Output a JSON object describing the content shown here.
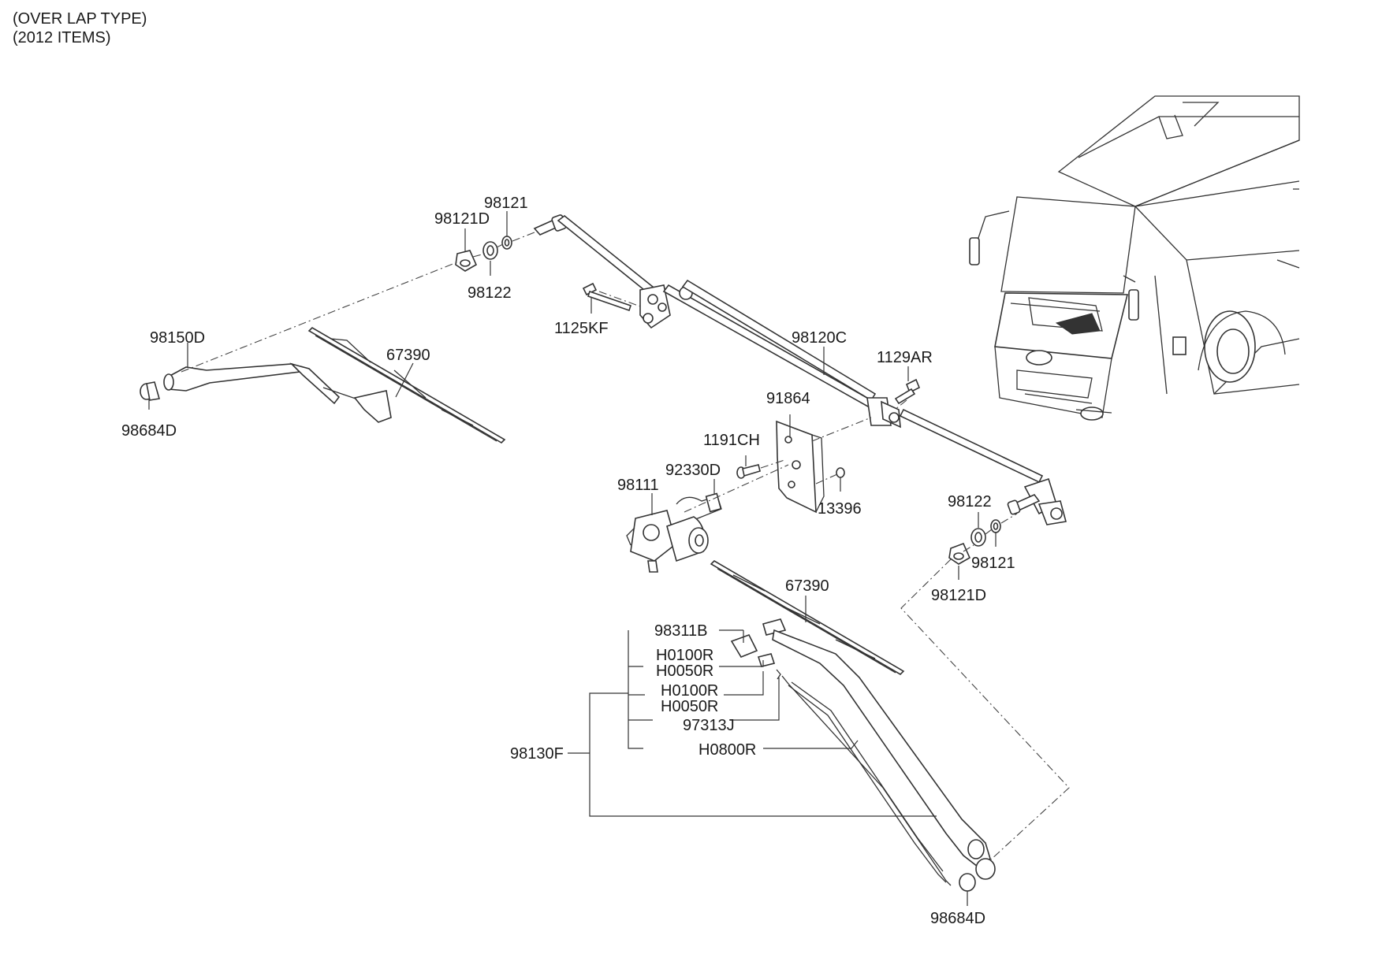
{
  "header": {
    "line1": "(OVER LAP TYPE)",
    "line2": "(2012 ITEMS)"
  },
  "parts": {
    "p98121D_left": "98121D",
    "p98121_left": "98121",
    "p98122_left": "98122",
    "p1125KF": "1125KF",
    "p98150D": "98150D",
    "p67390_left": "67390",
    "p98684D_left": "98684D",
    "p98120C": "98120C",
    "p1129AR": "1129AR",
    "p91864": "91864",
    "p1191CH": "1191CH",
    "p92330D": "92330D",
    "p98111": "98111",
    "p13396": "13396",
    "p98122_right": "98122",
    "p98121_right": "98121",
    "p98121D_right": "98121D",
    "p67390_right": "67390",
    "p98311B": "98311B",
    "pH0100R_a": "H0100R",
    "pH0050R_a": "H0050R",
    "pH0100R_b": "H0100R",
    "pH0050R_b": "H0050R",
    "p97313J": "97313J",
    "pH0800R": "H0800R",
    "p98130F": "98130F",
    "p98684D_right": "98684D"
  }
}
